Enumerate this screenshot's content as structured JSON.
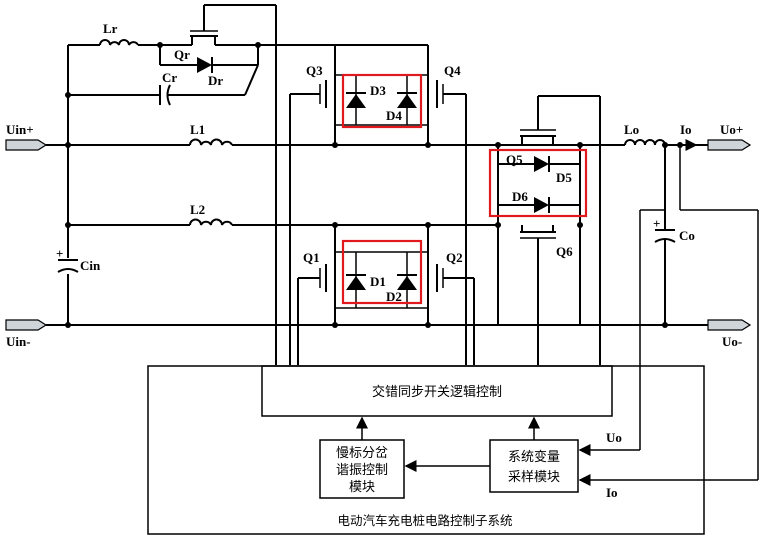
{
  "ports": {
    "uin_plus": "Uin+",
    "uin_minus": "Uin-",
    "uo_plus": "Uo+",
    "uo_minus": "Uo-"
  },
  "components": {
    "lr": "Lr",
    "qr": "Qr",
    "dr": "Dr",
    "cr": "Cr",
    "l1": "L1",
    "l2": "L2",
    "cin": "Cin",
    "q1": "Q1",
    "q2": "Q2",
    "q3": "Q3",
    "q4": "Q4",
    "q5": "Q5",
    "q6": "Q6",
    "d1": "D1",
    "d2": "D2",
    "d3": "D3",
    "d4": "D4",
    "d5": "D5",
    "d6": "D6",
    "lo": "Lo",
    "io": "Io",
    "co": "Co"
  },
  "signals": {
    "uo": "Uo",
    "io": "Io"
  },
  "blocks": {
    "logic": "交错同步开关逻辑控制",
    "slow_line1": "慢标分岔",
    "slow_line2": "谐振控制",
    "slow_line3": "模块",
    "sample_line1": "系统变量",
    "sample_line2": "采样模块",
    "subsystem": "电动汽车充电桩电路控制子系统"
  },
  "colors": {
    "wire": "#000000",
    "highlight": "#e0191f",
    "port_fill": "#cfd4d8"
  }
}
